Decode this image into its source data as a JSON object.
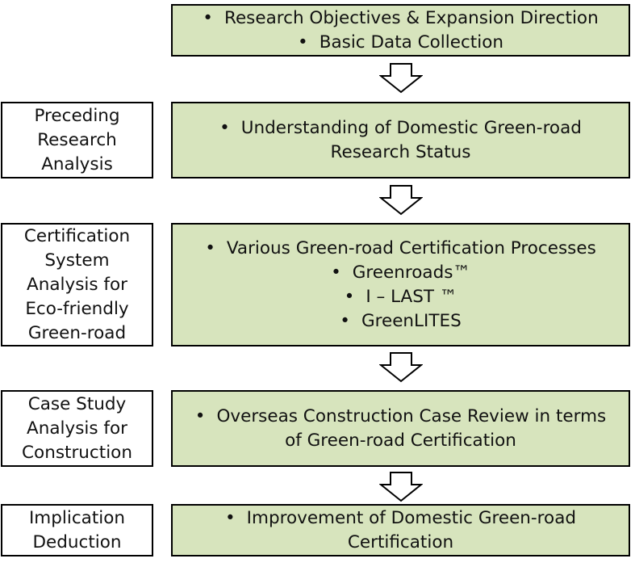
{
  "steps": [
    {
      "label": [],
      "content": [
        "Research Objectives & Expansion Direction",
        "Basic Data Collection"
      ]
    },
    {
      "label": [
        "Preceding",
        "Research",
        "Analysis"
      ],
      "content": [
        "Understanding of Domestic Green-road",
        "Research Status"
      ]
    },
    {
      "label": [
        "Certification",
        "System",
        "Analysis for",
        "Eco-friendly",
        "Green-road"
      ],
      "content": [
        "Various Green-road Certification Processes",
        "Greenroads™",
        "I – LAST ™",
        "GreenLITES"
      ]
    },
    {
      "label": [
        "Case Study",
        "Analysis for",
        "Construction"
      ],
      "content": [
        "Overseas Construction Case Review in terms",
        "of Green-road Certification"
      ]
    },
    {
      "label": [
        "Implication",
        "Deduction"
      ],
      "content": [
        "Improvement of Domestic Green-road",
        "Certification"
      ]
    }
  ],
  "bullet_symbol": "•",
  "colors": {
    "content_fill": "#d7e4bd",
    "border": "#000000",
    "label_fill": "#ffffff"
  }
}
